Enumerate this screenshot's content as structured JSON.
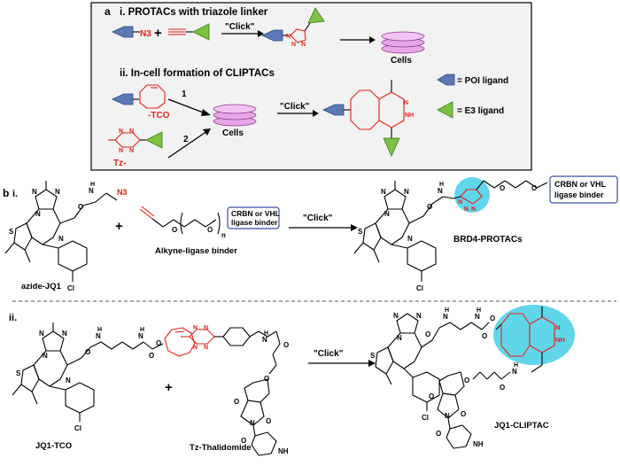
{
  "colors": {
    "poi_ligand_fill": "#5b79b7",
    "e3_ligand_fill": "#7cc242",
    "cell_fill": "#e8a6e8",
    "cell_stroke": "#8a3a8a",
    "highlight_fill": "#4fd2e8",
    "reactive_red": "#e8201a",
    "binder_box_stroke": "#3a4ea8",
    "panel_bg": "#f2f2f2"
  },
  "panel_a": {
    "label": "a",
    "section_i_title": "i. PROTACs with triazole linker",
    "azide_label": "N3",
    "plus": "+",
    "click_label": "\"Click\"",
    "cells_label": "Cells",
    "section_ii_title": "ii. In-cell formation of CLIPTACs",
    "tco_label": "-TCO",
    "tz_label": "Tz-",
    "step1": "1",
    "step2": "2",
    "cells_label_2": "Cells",
    "click_label_2": "\"Click\"",
    "legend_poi": "= POI ligand",
    "legend_e3": "= E3 ligand",
    "triazole_atoms": [
      "N",
      "N",
      "N"
    ],
    "pyridazine_atoms": [
      "N",
      "NH"
    ]
  },
  "panel_b": {
    "label": "b",
    "row_i_label": "i.",
    "row_ii_label": "ii.",
    "azide_jq1_label": "azide-JQ1",
    "azide_group": "N3",
    "amide_nh": "H",
    "plus": "+",
    "subscript_n": "n",
    "binder_box": "CRBN or VHL\nligase binder",
    "binder_box_line1": "CRBN or VHL",
    "binder_box_line2": "ligase binder",
    "alkyne_label": "Alkyne-ligase binder",
    "click_label": "\"Click\"",
    "brd4_label": "BRD4-PROTACs",
    "jq1_tco_label": "JQ1-TCO",
    "tz_thal_label": "Tz-Thalidomide",
    "jq1_cliptac_label": "JQ1-CLIPTAC",
    "atoms": {
      "N": "N",
      "S": "S",
      "O": "O",
      "Cl": "Cl",
      "H": "H",
      "NH": "NH",
      "HN": "HN",
      "N_H": "N",
      "NN": "N"
    }
  }
}
